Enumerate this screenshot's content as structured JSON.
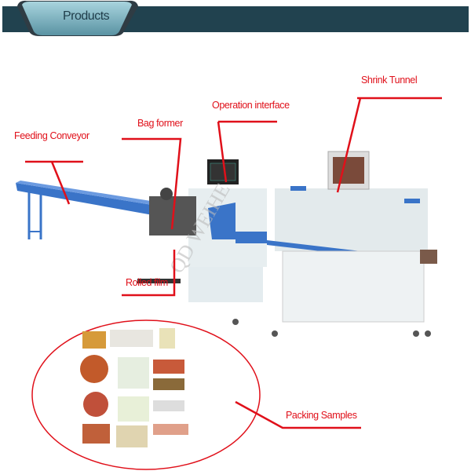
{
  "header": {
    "tab_label": "Products",
    "bar_color": "#21424f",
    "tab_color": "#6fa9b8"
  },
  "labels": {
    "shrink_tunnel": "Shrink Tunnel",
    "operation_interface": "Operation interface",
    "bag_former": "Bag former",
    "feeding_conveyor": "Feeding Conveyor",
    "rolled_film": "Rolled film",
    "packing_samples": "Packing Samples"
  },
  "watermark": "QD WEIHE",
  "colors": {
    "callout": "#e0101a",
    "machine_blue": "#3a74c8"
  }
}
